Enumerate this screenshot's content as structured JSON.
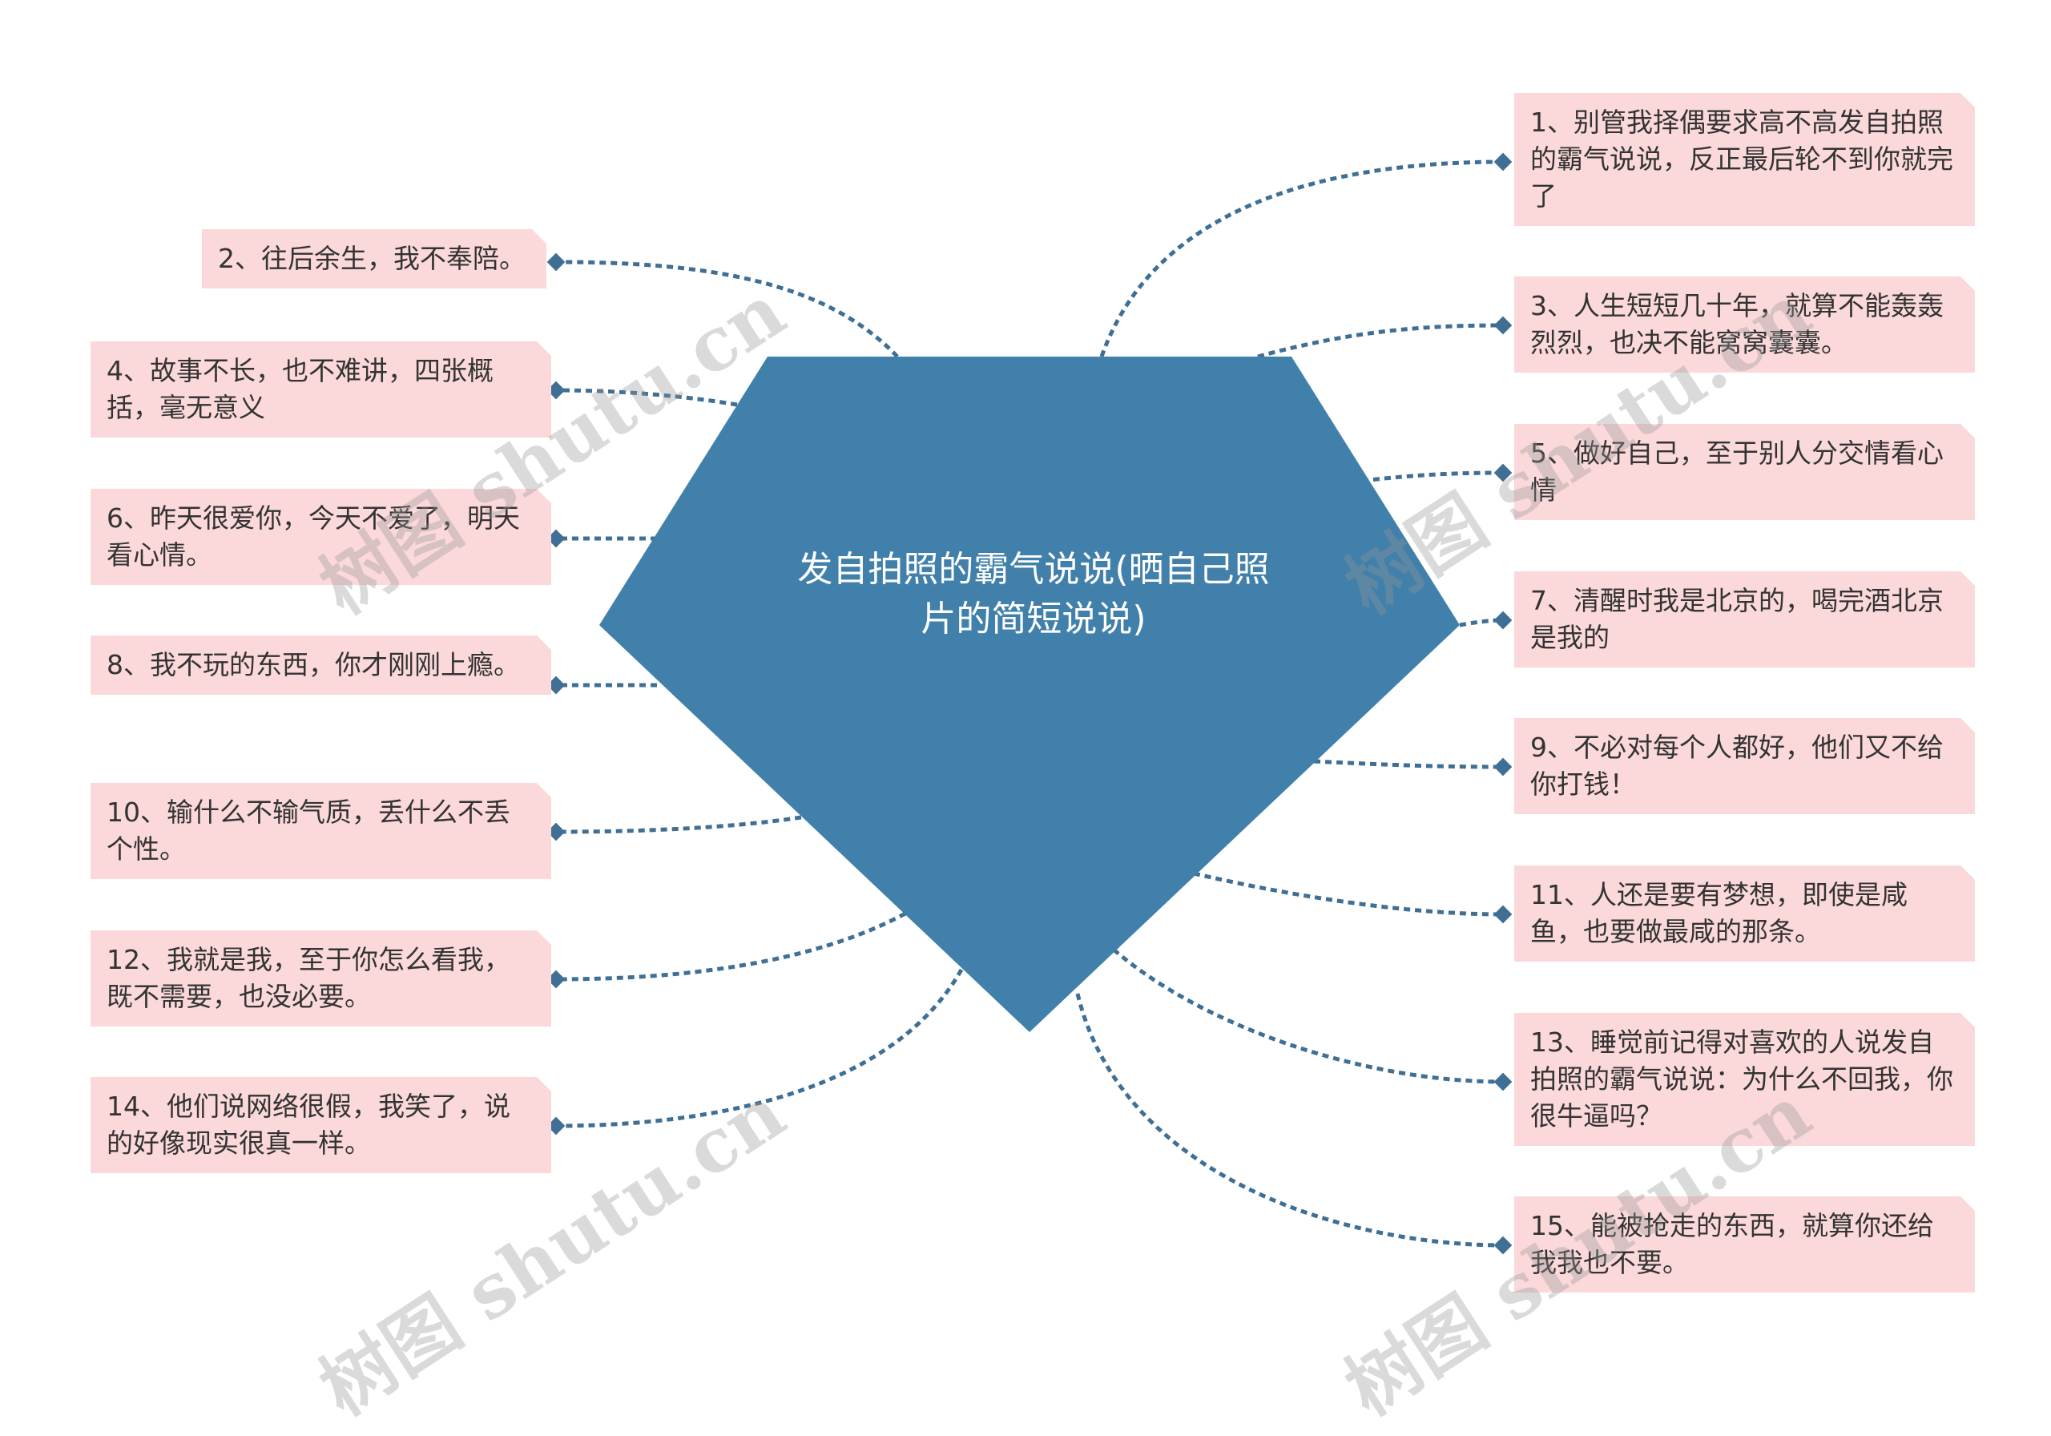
{
  "center": {
    "title": "发自拍照的霸气说说(晒自己照片的简短说说)"
  },
  "left_nodes": [
    {
      "id": "n2",
      "text": "2、往后余生，我不奉陪。"
    },
    {
      "id": "n4",
      "text": "4、故事不长，也不难讲，四张概括，毫无意义"
    },
    {
      "id": "n6",
      "text": "6、昨天很爱你，今天不爱了，明天看心情。"
    },
    {
      "id": "n8",
      "text": "8、我不玩的东西，你才刚刚上瘾。"
    },
    {
      "id": "n10",
      "text": "10、输什么不输气质，丢什么不丢个性。"
    },
    {
      "id": "n12",
      "text": "12、我就是我，至于你怎么看我，既不需要，也没必要。"
    },
    {
      "id": "n14",
      "text": "14、他们说网络很假，我笑了，说的好像现实很真一样。"
    }
  ],
  "right_nodes": [
    {
      "id": "n1",
      "text": "1、别管我择偶要求高不高发自拍照的霸气说说，反正最后轮不到你就完了"
    },
    {
      "id": "n3",
      "text": "3、人生短短几十年，就算不能轰轰烈烈，也决不能窝窝囊囊。"
    },
    {
      "id": "n5",
      "text": "5、做好自己，至于别人分交情看心情"
    },
    {
      "id": "n7",
      "text": "7、清醒时我是北京的，喝完酒北京是我的"
    },
    {
      "id": "n9",
      "text": "9、不必对每个人都好，他们又不给你打钱！"
    },
    {
      "id": "n11",
      "text": "11、人还是要有梦想，即使是咸鱼，也要做最咸的那条。"
    },
    {
      "id": "n13",
      "text": "13、睡觉前记得对喜欢的人说发自拍照的霸气说说：为什么不回我，你很牛逼吗？"
    },
    {
      "id": "n15",
      "text": "15、能被抢走的东西，就算你还给我我也不要。"
    }
  ],
  "watermark": {
    "text": "树图 shutu.cn"
  },
  "colors": {
    "center_fill": "#4080aa",
    "connector": "#3f6f94",
    "node_fill": "#fbd9da",
    "node_text": "#333333"
  }
}
